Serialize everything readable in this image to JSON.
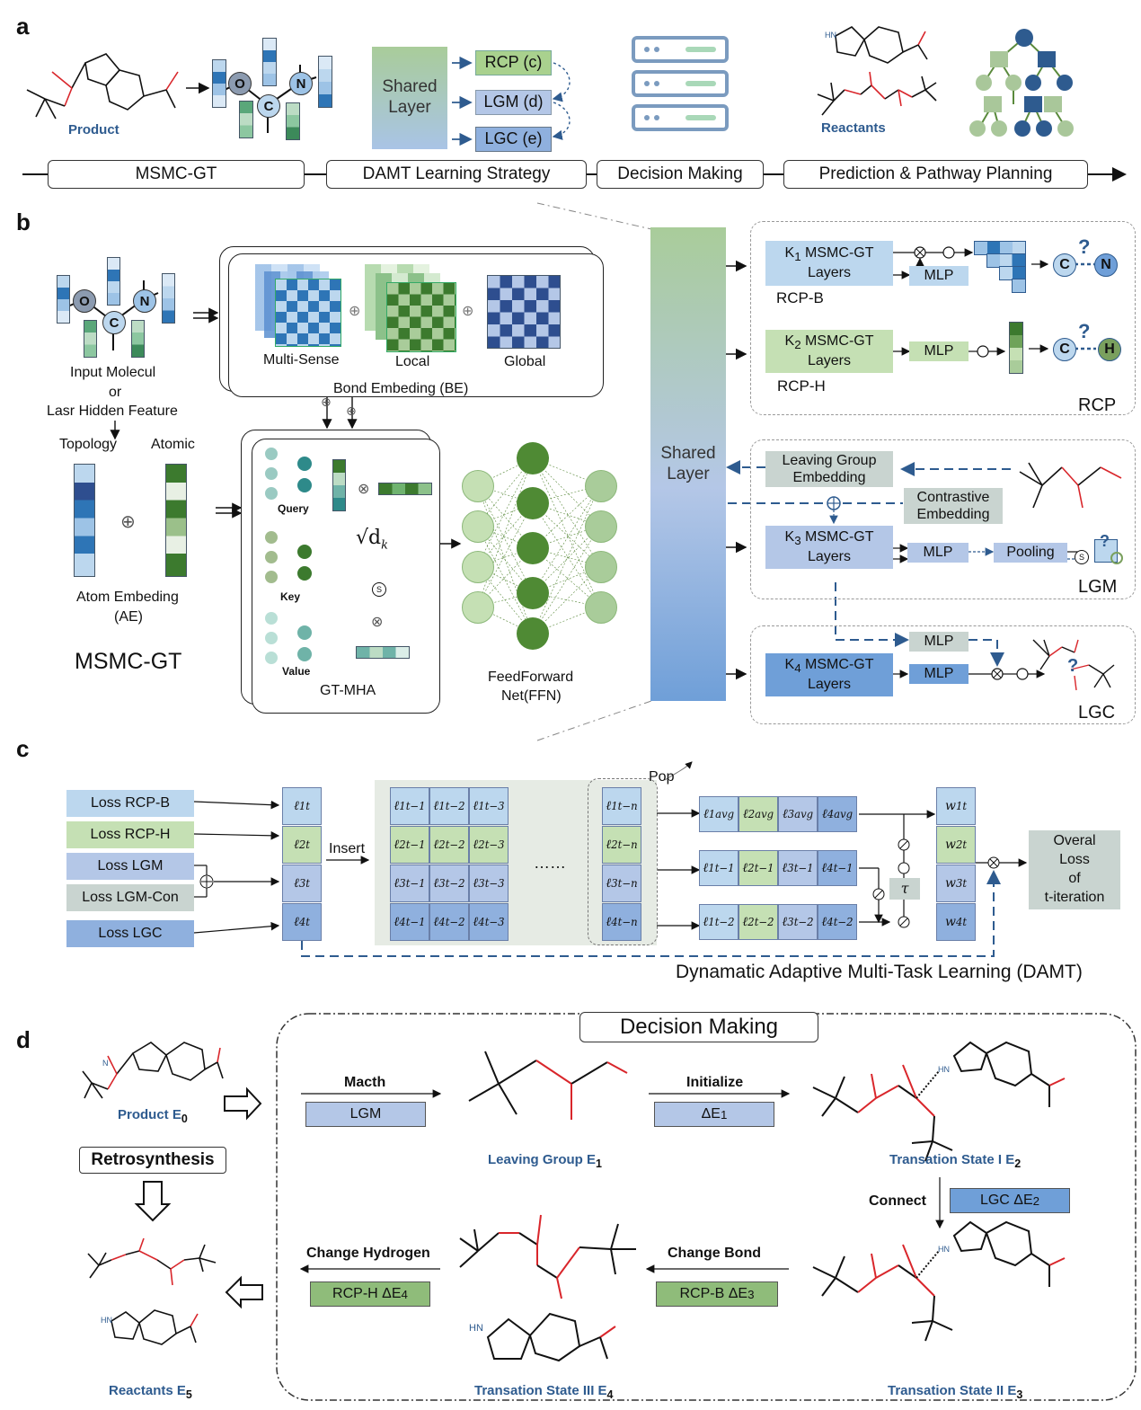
{
  "panels": {
    "a": "a",
    "b": "b",
    "c": "c",
    "d": "d"
  },
  "a": {
    "product_label": "Product",
    "reactants_label": "Reactants",
    "shared_layer": "Shared Layer",
    "heads": [
      "RCP (c)",
      "LGM (d)",
      "LGC (e)"
    ],
    "atoms": [
      "O",
      "C",
      "N"
    ],
    "timeline": [
      "MSMC-GT",
      "DAMT Learning Strategy",
      "Decision Making",
      "Prediction & Pathway Planning"
    ]
  },
  "b": {
    "atoms": [
      "O",
      "C",
      "N"
    ],
    "input_text": [
      "Input Molecul",
      "or",
      "Lasr Hidden Feature"
    ],
    "topology": "Topology",
    "atomic": "Atomic",
    "atom_embedding": [
      "Atom Embeding",
      "(AE)"
    ],
    "msmc_gt": "MSMC-GT",
    "bond_embedding": "Bond Embeding (BE)",
    "be_parts": [
      "Multi-Sense",
      "Local",
      "Global"
    ],
    "query": "Query",
    "key": "Key",
    "value": "Value",
    "sqrt_dk": "√d",
    "dk_sub": "k",
    "gt_mha": "GT-MHA",
    "ffn": [
      "FeedForward",
      "Net(FFN)"
    ],
    "shared_layer": "Shared Layer",
    "rcpb": {
      "layers": [
        "K",
        "1",
        " MSMC-GT",
        "Layers"
      ],
      "mlp": "MLP",
      "name": "RCP-B",
      "atom1": "C",
      "atom2": "N",
      "q": "?"
    },
    "rcph": {
      "layers": [
        "K",
        "2",
        " MSMC-GT",
        "Layers"
      ],
      "mlp": "MLP",
      "name": "RCP-H",
      "atom1": "C",
      "atom2": "H",
      "q": "?"
    },
    "rcp": "RCP",
    "lgm": {
      "lg_embedding": "Leaving Group Embedding",
      "contrastive": "Contrastive Embedding",
      "layers": [
        "K",
        "3",
        " MSMC-GT",
        "Layers"
      ],
      "mlp": "MLP",
      "pooling": "Pooling",
      "name": "LGM"
    },
    "lgc": {
      "layers": [
        "K",
        "4",
        " MSMC-GT",
        "Layers"
      ],
      "mlp_top": "MLP",
      "mlp": "MLP",
      "name": "LGC"
    },
    "s_symbol": "S"
  },
  "c": {
    "losses": [
      "Loss RCP-B",
      "Loss RCP-H",
      "Loss LGM",
      "Loss LGM-Con",
      "Loss LGC"
    ],
    "insert": "Insert",
    "pop": "Pop",
    "dots": "……",
    "tau": "τ",
    "output": [
      "Overal",
      "Loss",
      "of",
      "t-iteration"
    ],
    "title": "Dynamatic Adaptive Multi-Task Learning (DAMT)"
  },
  "d": {
    "title": "Decision Making",
    "product": {
      "label": "Product E",
      "sub": "0"
    },
    "retro": "Retrosynthesis",
    "reactants": {
      "label": "Reactants E",
      "sub": "5"
    },
    "match": {
      "label": "Macth",
      "box": "LGM"
    },
    "initialize": {
      "label": "Initialize",
      "box": "ΔE",
      "sub": "1"
    },
    "leaving_group": {
      "label": "Leaving Group E",
      "sub": "1"
    },
    "ts1": {
      "label": "Transation State I E",
      "sub": "2"
    },
    "connect": {
      "label": "Connect",
      "box": "LGC ΔE",
      "sub": "2"
    },
    "ts2": {
      "label": "Transation State II E",
      "sub": "3"
    },
    "change_bond": {
      "label": "Change Bond",
      "box": "RCP-B ΔE",
      "sub": "3"
    },
    "ts3": {
      "label": "Transation State III E",
      "sub": "4"
    },
    "change_h": {
      "label": "Change Hydrogen",
      "box": "RCP-H ΔE",
      "sub": "4"
    },
    "hn": "HN"
  },
  "colors": {
    "blue": "#9dc3e6",
    "lightblue": "#c9dcf0",
    "darkblue": "#2e5b8f",
    "green": "#c5e0b4",
    "darkgreen": "#548235",
    "purple": "#b4c7e7",
    "grey": "#c9d4d0",
    "red": "#d9262b"
  }
}
